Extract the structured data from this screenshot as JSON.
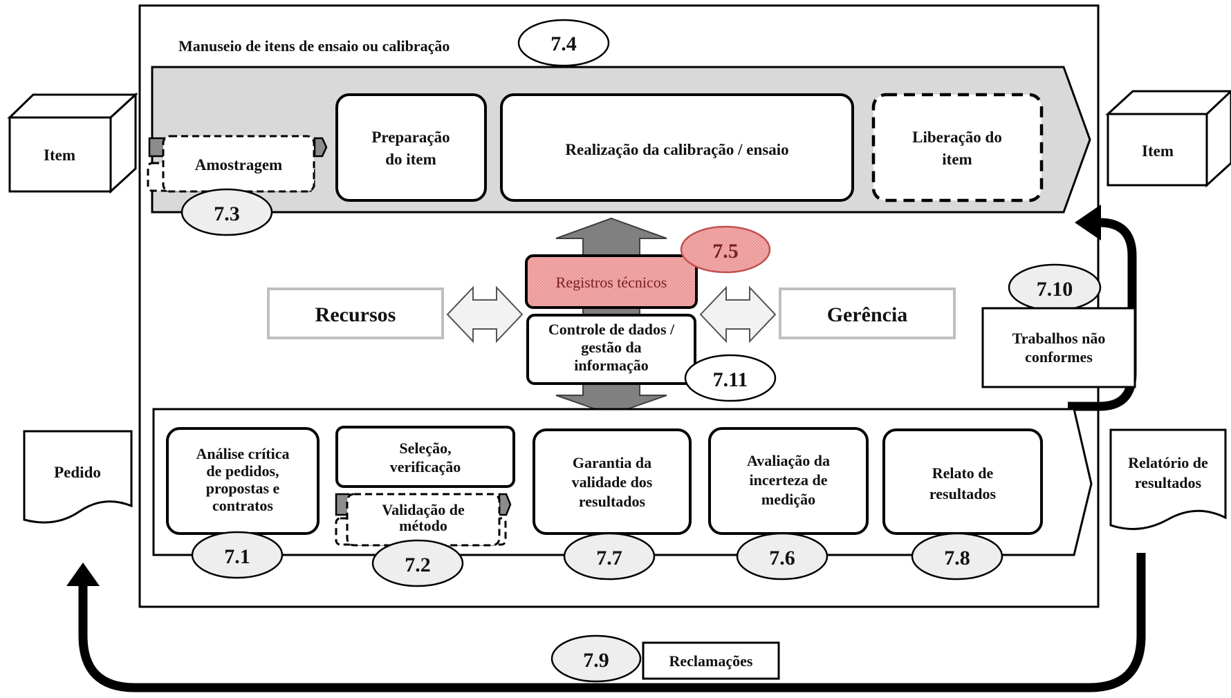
{
  "section_title": "Manuseio de itens de ensaio ou calibração",
  "clause_7_4": "7.4",
  "item_in": "Item",
  "item_out": "Item",
  "sampling": "Amostragem",
  "clause_7_3": "7.3",
  "prep_line1": "Preparação",
  "prep_line2": "do item",
  "execution": "Realização da calibração / ensaio",
  "release_line1": "Liberação do",
  "release_line2": "item",
  "clause_7_5": "7.5",
  "records": "Registros técnicos",
  "resources": "Recursos",
  "management": "Gerência",
  "data_line1": "Controle de dados /",
  "data_line2": "gestão da",
  "data_line3": "informação",
  "clause_7_11": "7.11",
  "clause_7_10": "7.10",
  "nonconf_line1": "Trabalhos não",
  "nonconf_line2": "conformes",
  "order": "Pedido",
  "report_line1": "Relatório de",
  "report_line2": "resultados",
  "review_line1": "Análise crítica",
  "review_line2": "de pedidos,",
  "review_line3": "propostas e",
  "review_line4": "contratos",
  "clause_7_1": "7.1",
  "selection_line1": "Seleção,",
  "selection_line2": "verificação",
  "validation_line1": "Validação de",
  "validation_line2": "método",
  "clause_7_2": "7.2",
  "validity_line1": "Garantia da",
  "validity_line2": "validade dos",
  "validity_line3": "resultados",
  "clause_7_7": "7.7",
  "uncertainty_line1": "Avaliação da",
  "uncertainty_line2": "incerteza de",
  "uncertainty_line3": "medição",
  "clause_7_6": "7.6",
  "reporting_line1": "Relato de",
  "reporting_line2": "resultados",
  "clause_7_8": "7.8",
  "clause_7_9": "7.9",
  "complaints": "Reclamações",
  "colors": {
    "gray_band": "#d9d9d9",
    "records_fill": "#f4a6a6",
    "records_stroke": "#c0504d",
    "arrow_gray": "#808080",
    "light_box_border": "#bfbfbf"
  }
}
